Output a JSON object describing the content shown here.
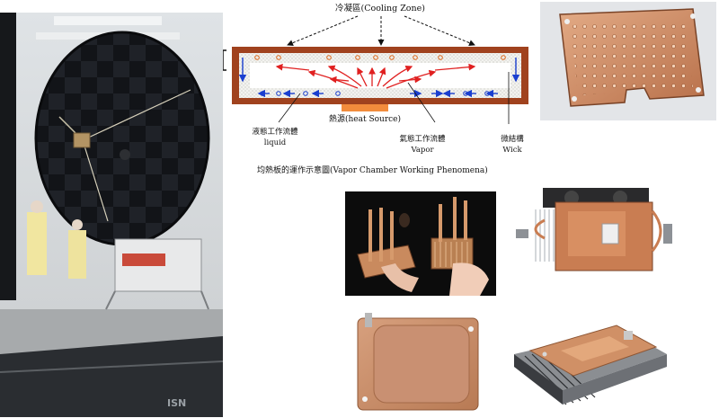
{
  "diagram": {
    "cooling_zone_label": "冷凝區(Cooling Zone)",
    "heat_source_label": "熱源(heat Source)",
    "liquid_label_cn": "液態工作流體",
    "liquid_label_en": "liquid",
    "vapor_label_cn": "氣態工作流體",
    "vapor_label_en": "Vapor",
    "wick_label_cn": "微結構",
    "wick_label_en": "Wick",
    "caption": "均熱板的運作示意圖(Vapor Chamber Working Phenomena)"
  },
  "photos": {
    "watermark": "ISN"
  },
  "colors": {
    "chamber_wall": "#a0421e",
    "heat_source": "#f28c3c",
    "vapor_arrow": "#e02020",
    "liquid_arrow": "#1a3fd0",
    "copper": "#c98a5e"
  }
}
